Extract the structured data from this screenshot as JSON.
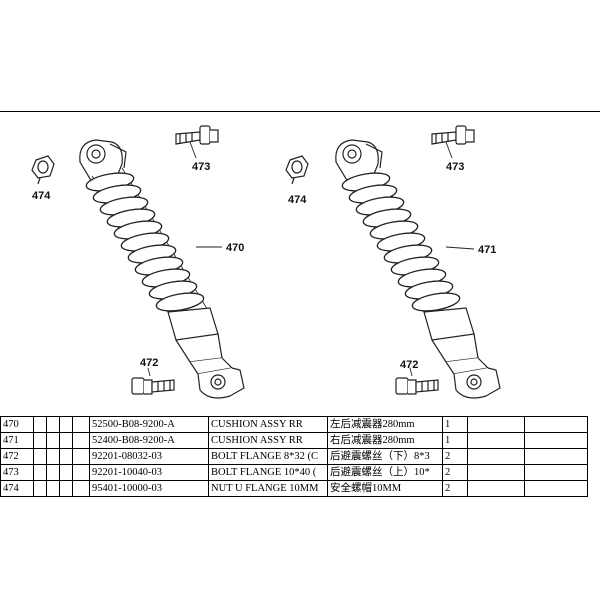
{
  "callouts": {
    "c474a": "474",
    "c473a": "473",
    "c470": "470",
    "c472a": "472",
    "c474b": "474",
    "c473b": "473",
    "c471": "471",
    "c472b": "472"
  },
  "parts_table": {
    "rows": [
      {
        "no": "470",
        "part_number": "52500-B08-9200-A",
        "description": "CUSHION ASSY RR",
        "description_cn": "左后减震器280mm",
        "qty": "1"
      },
      {
        "no": "471",
        "part_number": "52400-B08-9200-A",
        "description": "CUSHION ASSY RR",
        "description_cn": "右后减震器280mm",
        "qty": "1"
      },
      {
        "no": "472",
        "part_number": "92201-08032-03",
        "description": "BOLT FLANGE 8*32 (C",
        "description_cn": "后避震螺丝（下）8*3",
        "qty": "2"
      },
      {
        "no": "473",
        "part_number": "92201-10040-03",
        "description": "BOLT FLANGE 10*40 (",
        "description_cn": "后避震螺丝（上）10*",
        "qty": "2"
      },
      {
        "no": "474",
        "part_number": "95401-10000-03",
        "description": "NUT U FLANGE 10MM",
        "description_cn": "安全螺帽10MM",
        "qty": "2"
      }
    ]
  }
}
